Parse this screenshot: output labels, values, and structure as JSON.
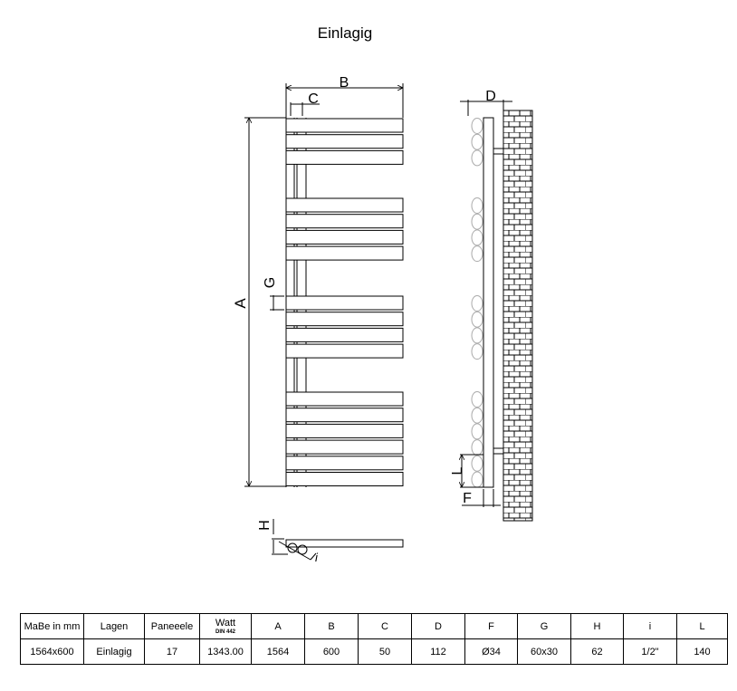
{
  "title": "Einlagig",
  "labels": {
    "A": "A",
    "B": "B",
    "C": "C",
    "D": "D",
    "F": "F",
    "G": "G",
    "H": "H",
    "i": "i",
    "L": "L"
  },
  "panel_groups": [
    3,
    4,
    4,
    6
  ],
  "table": {
    "headers": [
      {
        "label": "MaBe in mm"
      },
      {
        "label": "Lagen"
      },
      {
        "label": "Paneeele"
      },
      {
        "label": "Watt",
        "sub": "DIN 442"
      },
      {
        "label": "A"
      },
      {
        "label": "B"
      },
      {
        "label": "C"
      },
      {
        "label": "D"
      },
      {
        "label": "F"
      },
      {
        "label": "G"
      },
      {
        "label": "H"
      },
      {
        "label": "i"
      },
      {
        "label": "L"
      }
    ],
    "row": [
      "1564x600",
      "Einlagig",
      "17",
      "1343.00",
      "1564",
      "600",
      "50",
      "112",
      "Ø34",
      "60x30",
      "62",
      "1/2\"",
      "140"
    ]
  }
}
